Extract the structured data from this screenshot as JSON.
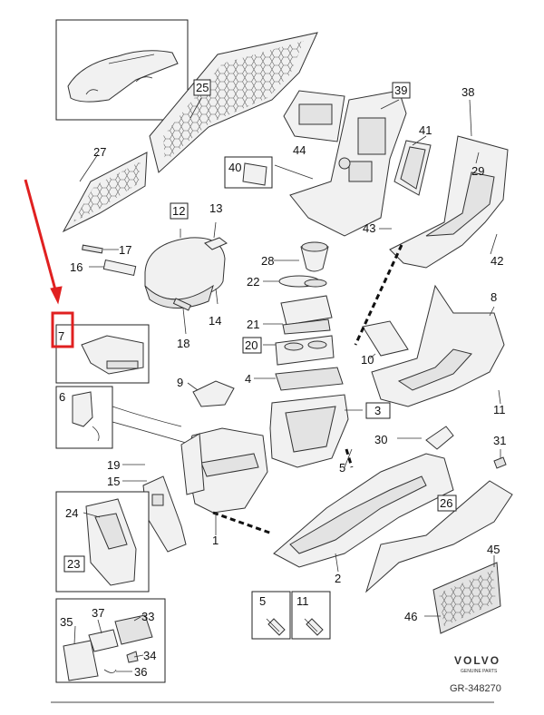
{
  "diagram": {
    "brand": "VOLVO",
    "brand_sub": "GENUINE PARTS",
    "reference": "GR-348270",
    "highlight_color": "#e02020",
    "labels": {
      "p1": "1",
      "p2": "2",
      "p3": "3",
      "p4": "4",
      "p5": "5",
      "p6": "6",
      "p7": "7",
      "p8": "8",
      "p9": "9",
      "p10": "10",
      "p11": "11",
      "p12": "12",
      "p13": "13",
      "p14": "14",
      "p15": "15",
      "p16": "16",
      "p17": "17",
      "p18": "18",
      "p19": "19",
      "p20": "20",
      "p21": "21",
      "p22": "22",
      "p23": "23",
      "p24": "24",
      "p25": "25",
      "p26": "26",
      "p27": "27",
      "p28": "28",
      "p29": "29",
      "p30": "30",
      "p31": "31",
      "p33": "33",
      "p34": "34",
      "p35": "35",
      "p36": "36",
      "p37": "37",
      "p38": "38",
      "p39": "39",
      "p40": "40",
      "p41": "41",
      "p42": "42",
      "p43": "43",
      "p44": "44",
      "p45": "45",
      "p46": "46",
      "k5": "5",
      "k11": "11"
    }
  }
}
